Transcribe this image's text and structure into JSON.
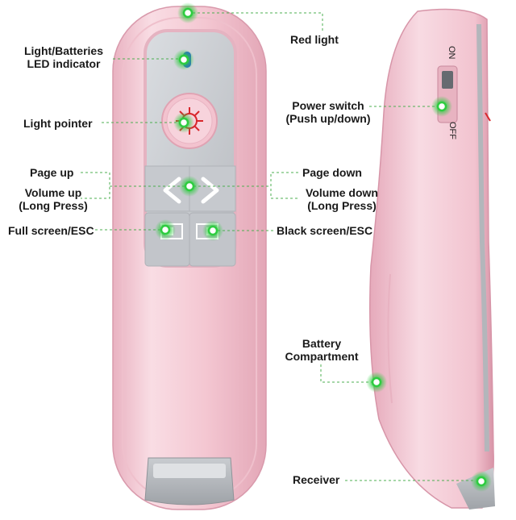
{
  "labels": {
    "red_light": "Red light",
    "led_indicator_line1": "Light/Batteries",
    "led_indicator_line2": "LED indicator",
    "light_pointer": "Light pointer",
    "page_up": "Page up",
    "volume_up": "Volume up",
    "volume_up_note": "(Long Press)",
    "full_screen": "Full screen/ESC",
    "power_switch": "Power switch",
    "power_switch_note": "(Push up/down)",
    "page_down": "Page down",
    "volume_down": "Volume down",
    "volume_down_note": "(Long Press)",
    "black_screen": "Black screen/ESC",
    "battery_line1": "Battery",
    "battery_line2": "Compartment",
    "receiver": "Receiver"
  },
  "switch": {
    "on": "ON",
    "off": "OFF"
  },
  "colors": {
    "body": "#f5ccd6",
    "body_dark": "#e8aebd",
    "panel": "#cfd2d6",
    "marker": "#2ecc40",
    "laser": "#d8262b",
    "led": "#2b5fd9"
  },
  "icons": [
    "green-marker-icon",
    "laser-target-icon",
    "left-arrow-icon",
    "right-arrow-icon",
    "fullscreen-icon",
    "blackscreen-icon",
    "led-icon"
  ]
}
